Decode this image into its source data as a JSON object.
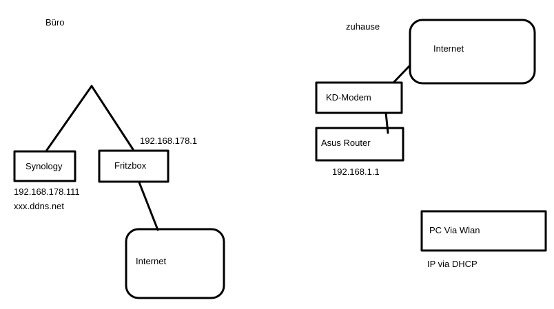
{
  "colors": {
    "ink": "#000000",
    "background": "#ffffff"
  },
  "office": {
    "heading": "Büro",
    "synology": {
      "label": "Synology",
      "ip": "192.168.178.111",
      "ddns": "xxx.ddns.net"
    },
    "fritzbox": {
      "label": "Fritzbox",
      "ip": "192.168.178.1"
    },
    "internet": {
      "label": "Internet"
    }
  },
  "home": {
    "heading": "zuhause",
    "internet": {
      "label": "Internet"
    },
    "modem": {
      "label": "KD-Modem"
    },
    "router": {
      "label": "Asus Router",
      "ip": "192.168.1.1"
    },
    "pc": {
      "label": "PC Via Wlan",
      "ip_note": "IP via DHCP"
    }
  }
}
